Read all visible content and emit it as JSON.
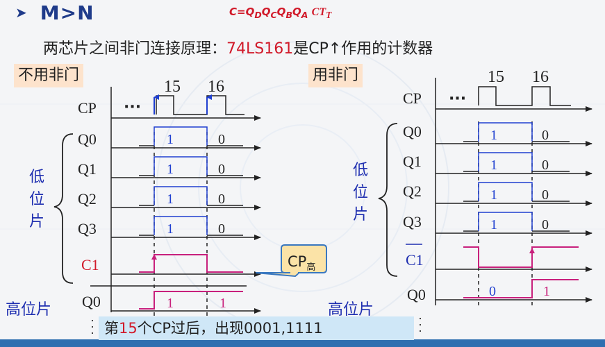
{
  "heading": {
    "arrow": "➤",
    "text": "M>N"
  },
  "formula": {
    "text": "C=QDQCQBQA",
    "ct": "CTT"
  },
  "principle": {
    "prefix": "两芯片之间非门连接原理：",
    "chip": "74LS161",
    "suffix": "是CP↑作用的计数器"
  },
  "tags": {
    "left": "不用非门",
    "right": "用非门"
  },
  "pulse_labels": {
    "p15": "15",
    "p16": "16"
  },
  "signals": {
    "cp": "CP",
    "q0": "Q0",
    "q1": "Q1",
    "q2": "Q2",
    "q3": "Q3",
    "c1": "C1",
    "hq0": "Q0",
    "ellipsis": "···"
  },
  "values": {
    "one": "1",
    "zero": "0"
  },
  "chip_labels": {
    "low": "低位片",
    "high": "高位片"
  },
  "callout": {
    "base": "CP",
    "sub": "高"
  },
  "note": {
    "prefix": "第",
    "num": "15",
    "suffix": "个CP过后，出现0001,1111"
  },
  "colors": {
    "blue": "#1f3fd0",
    "red": "#d11a2a",
    "magenta": "#c8207c",
    "heading": "#1f3b8a"
  }
}
